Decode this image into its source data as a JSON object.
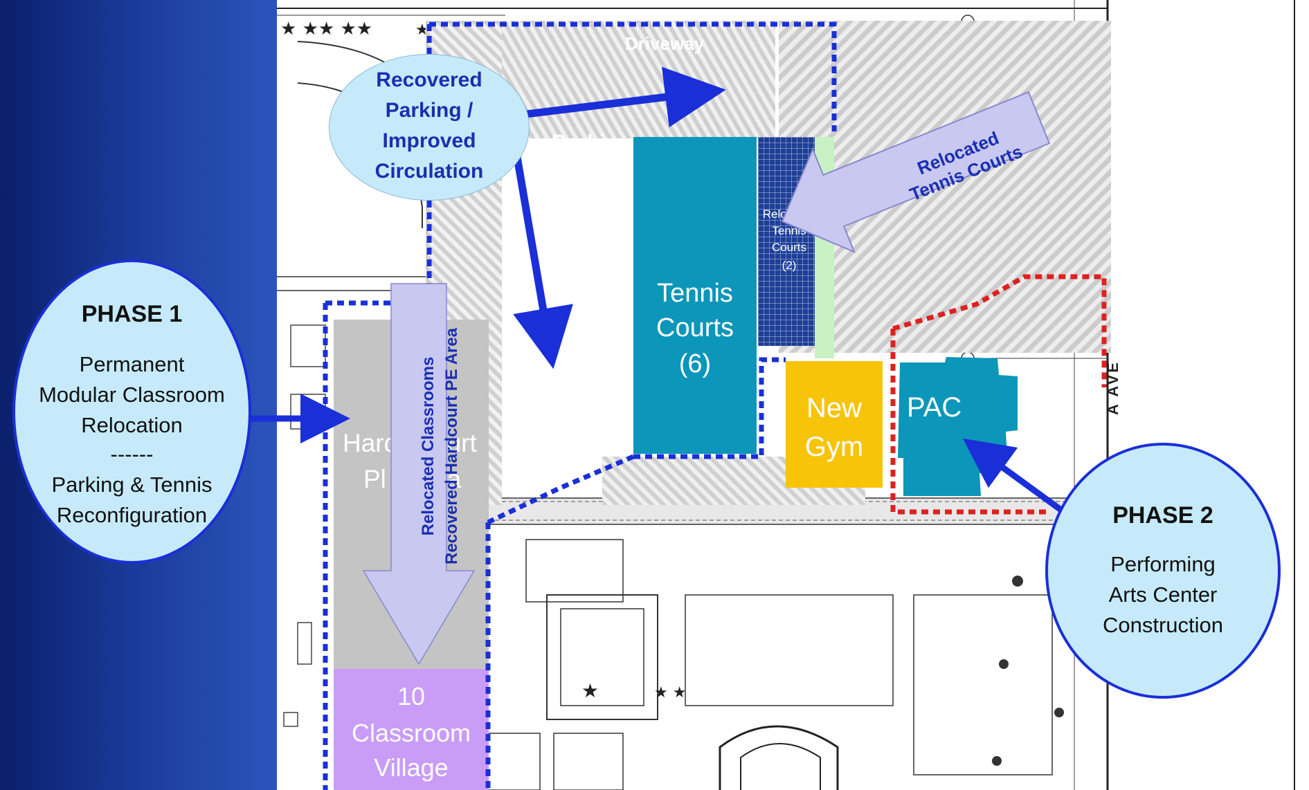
{
  "colors": {
    "slide_bg": "#1a3a9a",
    "parking_gray": "#d6d6d6",
    "hardcourt_gray": "#c4c4c4",
    "tennis_blue": "#0c96b9",
    "relocated_grid": "#1e3f96",
    "gym_yellow": "#f7c40a",
    "pac_blue": "#0c96b9",
    "classroom_purple": "#c99cf8",
    "phase_bubble": "#c6eaf9",
    "phase_border": "#1a2fd8",
    "arrow_dark": "#1a2fd8",
    "arrow_light": "#c8c8f0",
    "dotted_blue": "#1a2fd8",
    "dotted_red": "#e02020"
  },
  "phase1": {
    "title": "PHASE 1",
    "line1": "Permanent",
    "line2": "Modular Classroom",
    "line3": "Relocation",
    "divider": "------",
    "line4": "Parking & Tennis",
    "line5": "Reconfiguration"
  },
  "phase2": {
    "title": "PHASE 2",
    "line1": "Performing",
    "line2": "Arts Center",
    "line3": "Construction"
  },
  "recovered_bubble": {
    "line1": "Recovered",
    "line2": "Parking /",
    "line3": "Improved",
    "line4": "Circulation"
  },
  "relocated_tennis_arrow": {
    "line1": "Relocated",
    "line2": "Tennis Courts"
  },
  "vertical_arrow": {
    "line1": "Relocated  Classrooms",
    "line2": "Recovered Hardcourt PE Area"
  },
  "areas": {
    "driveway": "Driveway",
    "parking": "Parking",
    "tennis_line1": "Tennis",
    "tennis_line2": "Courts",
    "tennis_line3": "(6)",
    "reloc_small_1": "Relocated",
    "reloc_small_2": "Tennis",
    "reloc_small_3": "Courts",
    "reloc_small_4": "(2)",
    "gym_line1": "New",
    "gym_line2": "Gym",
    "pac": "PAC",
    "hardcourt_left": "Hard",
    "hardcourt_right": "ourt",
    "pe_left": "Pl",
    "pe_right": "ea",
    "village_line1": "10",
    "village_line2": "Classroom",
    "village_line3": "Village",
    "street": "A AVE"
  }
}
